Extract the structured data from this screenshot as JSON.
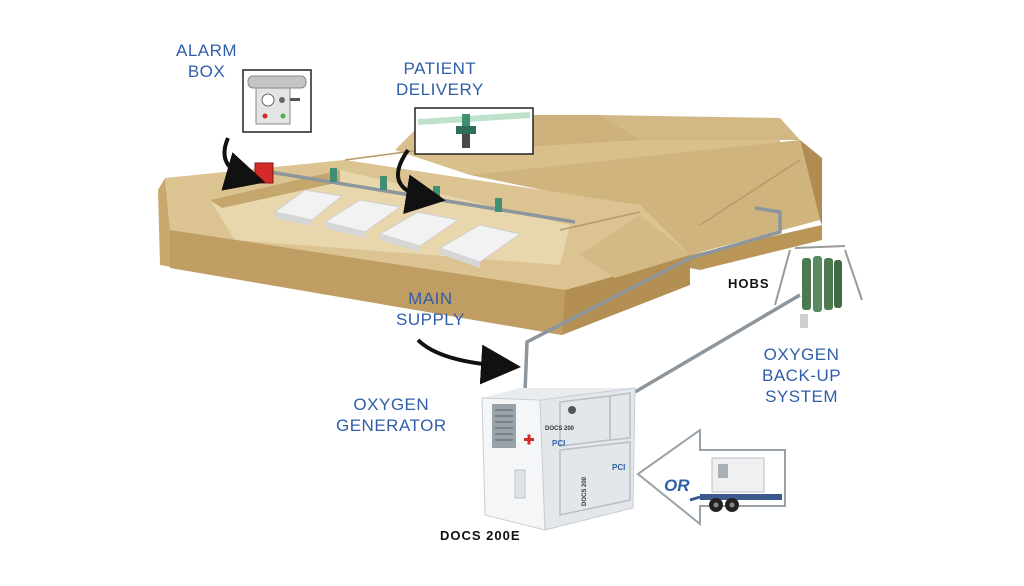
{
  "labels": {
    "alarm_box": [
      "ALARM",
      "BOX"
    ],
    "patient_delivery": [
      "PATIENT",
      "DELIVERY"
    ],
    "main_supply": [
      "MAIN",
      "SUPPLY"
    ],
    "oxygen_generator": [
      "OXYGEN",
      "GENERATOR"
    ],
    "oxygen_backup": [
      "OXYGEN",
      "BACK-UP",
      "SYSTEM"
    ],
    "hobs": "HOBS",
    "docs_model": "DOCS 200E",
    "or_text": "OR"
  },
  "generator_markings": {
    "brand": "PCI",
    "model_a": "DOCS 200",
    "model_b": "DOCS 200"
  },
  "colors": {
    "label_blue": "#2f5fa8",
    "tent_top": "#d9c08e",
    "tent_side": "#c8a86f",
    "tent_dark": "#b89557",
    "pipe": "#8d969c",
    "valve": "#3f8f74",
    "alarm_red": "#d42a2a",
    "cylinder_green": "#4b7a4f"
  }
}
